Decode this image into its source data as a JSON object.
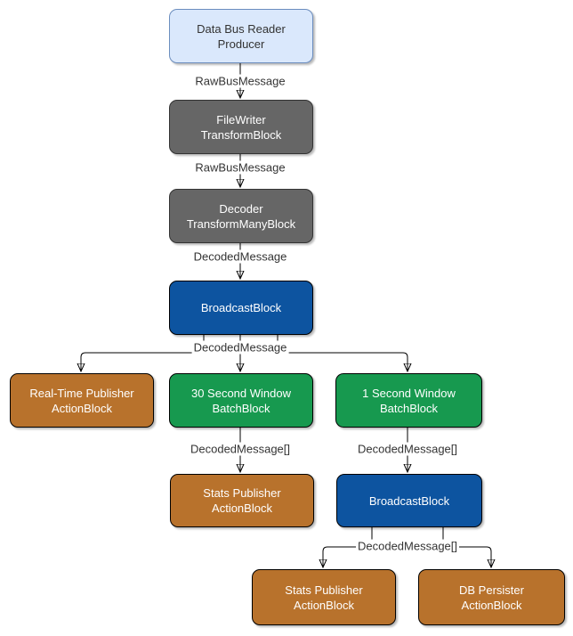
{
  "diagram": {
    "kind": "dataflow-pipeline-flowchart",
    "colors": {
      "producer_fill": "#dae8fc",
      "producer_border": "#6c8ebf",
      "transform_fill": "#666666",
      "broadcast_fill": "#0d54a0",
      "batch_fill": "#17994f",
      "action_fill": "#b8722c",
      "edge_stroke": "#000000",
      "label_text": "#333333"
    },
    "nodes": [
      {
        "name": "data-bus-reader-producer",
        "label": "Data Bus Reader\nProducer",
        "kind": "producer",
        "fill": "#dae8fc",
        "text_color": "#333333"
      },
      {
        "name": "filewriter-transformblock",
        "label": "FileWriter\nTransformBlock",
        "kind": "transform-block",
        "fill": "#666666",
        "text_color": "#ffffff"
      },
      {
        "name": "decoder-transformmanyblock",
        "label": "Decoder\nTransformManyBlock",
        "kind": "transform-many-block",
        "fill": "#666666",
        "text_color": "#ffffff"
      },
      {
        "name": "broadcastblock-1",
        "label": "BroadcastBlock",
        "kind": "broadcast-block",
        "fill": "#0d54a0",
        "text_color": "#ffffff"
      },
      {
        "name": "real-time-publisher-actionblock",
        "label": "Real-Time Publisher\nActionBlock",
        "kind": "action-block",
        "fill": "#b8722c",
        "text_color": "#ffffff"
      },
      {
        "name": "30-second-window-batchblock",
        "label": "30 Second Window\nBatchBlock",
        "kind": "batch-block",
        "fill": "#17994f",
        "text_color": "#ffffff"
      },
      {
        "name": "1-second-window-batchblock",
        "label": "1 Second Window\nBatchBlock",
        "kind": "batch-block",
        "fill": "#17994f",
        "text_color": "#ffffff"
      },
      {
        "name": "stats-publisher-actionblock-mid",
        "label": "Stats Publisher\nActionBlock",
        "kind": "action-block",
        "fill": "#b8722c",
        "text_color": "#ffffff"
      },
      {
        "name": "broadcastblock-2",
        "label": "BroadcastBlock",
        "kind": "broadcast-block",
        "fill": "#0d54a0",
        "text_color": "#ffffff"
      },
      {
        "name": "stats-publisher-actionblock-bottom",
        "label": "Stats Publisher\nActionBlock",
        "kind": "action-block",
        "fill": "#b8722c",
        "text_color": "#ffffff"
      },
      {
        "name": "db-persister-actionblock",
        "label": "DB Persister\nActionBlock",
        "kind": "action-block",
        "fill": "#b8722c",
        "text_color": "#ffffff"
      }
    ],
    "edges": [
      {
        "from": "data-bus-reader-producer",
        "to": "filewriter-transformblock",
        "label": "RawBusMessage"
      },
      {
        "from": "filewriter-transformblock",
        "to": "decoder-transformmanyblock",
        "label": "RawBusMessage"
      },
      {
        "from": "decoder-transformmanyblock",
        "to": "broadcastblock-1",
        "label": "DecodedMessage"
      },
      {
        "from": "broadcastblock-1",
        "to": "real-time-publisher-actionblock",
        "label": "DecodedMessage"
      },
      {
        "from": "broadcastblock-1",
        "to": "30-second-window-batchblock",
        "label": "DecodedMessage"
      },
      {
        "from": "broadcastblock-1",
        "to": "1-second-window-batchblock",
        "label": "DecodedMessage"
      },
      {
        "from": "30-second-window-batchblock",
        "to": "stats-publisher-actionblock-mid",
        "label": "DecodedMessage[]"
      },
      {
        "from": "1-second-window-batchblock",
        "to": "broadcastblock-2",
        "label": "DecodedMessage[]"
      },
      {
        "from": "broadcastblock-2",
        "to": "stats-publisher-actionblock-bottom",
        "label": "DecodedMessage[]"
      },
      {
        "from": "broadcastblock-2",
        "to": "db-persister-actionblock",
        "label": "DecodedMessage[]"
      }
    ]
  }
}
